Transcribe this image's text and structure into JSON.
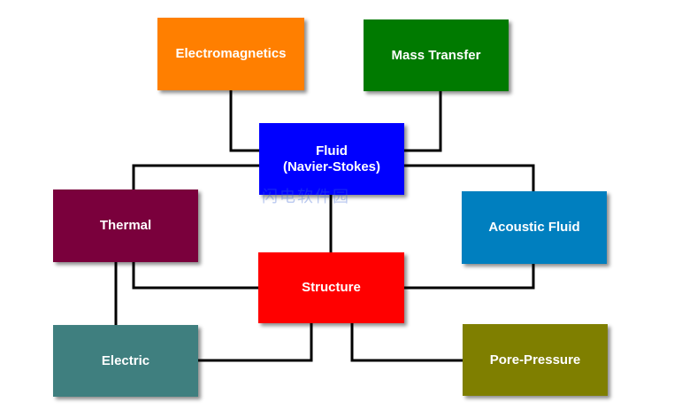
{
  "diagram": {
    "nodes": {
      "electromagnetics": {
        "label": "Electromagnetics",
        "color": "#FF7F00"
      },
      "mass_transfer": {
        "label": "Mass Transfer",
        "color": "#007A00"
      },
      "fluid": {
        "label_line1": "Fluid",
        "label_line2": "(Navier-Stokes)",
        "color": "#0000FF"
      },
      "thermal": {
        "label": "Thermal",
        "color": "#7A003C"
      },
      "acoustic_fluid": {
        "label": "Acoustic Fluid",
        "color": "#007FBF"
      },
      "structure": {
        "label": "Structure",
        "color": "#FF0000"
      },
      "electric": {
        "label": "Electric",
        "color": "#3F7F7F"
      },
      "pore_pressure": {
        "label": "Pore-Pressure",
        "color": "#7F7F00"
      }
    },
    "connector_color": "#000000"
  },
  "watermark": {
    "text": "闪电软件园"
  }
}
